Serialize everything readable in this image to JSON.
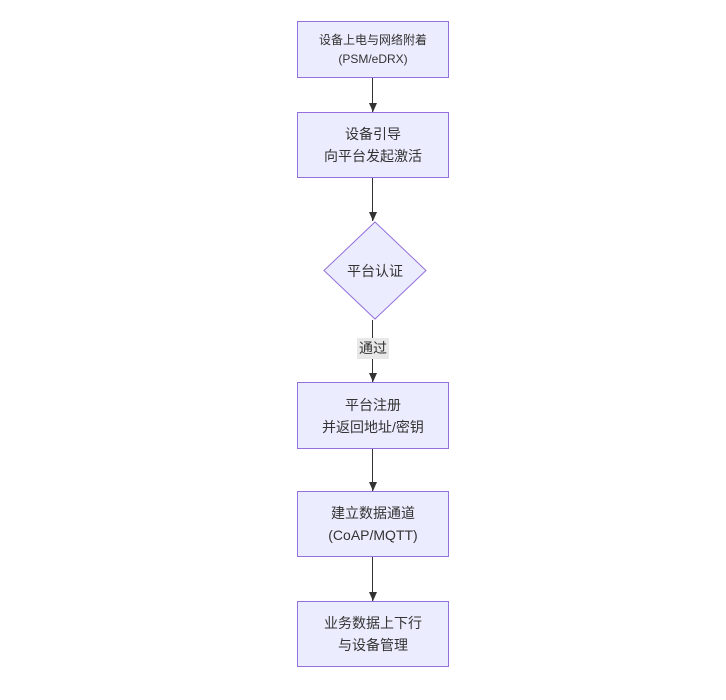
{
  "diagram": {
    "type": "flowchart",
    "direction": "top-down",
    "colors": {
      "background": "#ffffff",
      "node_fill": "#ECECFF",
      "node_border": "#9370DB",
      "text": "#333333",
      "edge": "#333333",
      "edge_label_bg": "#e8e8e8"
    },
    "nodes": [
      {
        "id": "power-attach",
        "shape": "rect",
        "lines": [
          "设备上电与网络附着",
          "(PSM/eDRX)"
        ]
      },
      {
        "id": "bootstrap",
        "shape": "rect",
        "lines": [
          "设备引导",
          "向平台发起激活"
        ]
      },
      {
        "id": "platform-auth",
        "shape": "diamond",
        "label": "平台认证"
      },
      {
        "id": "platform-register",
        "shape": "rect",
        "lines": [
          "平台注册",
          "并返回地址/密钥"
        ]
      },
      {
        "id": "data-channel",
        "shape": "rect",
        "lines": [
          "建立数据通道",
          "(CoAP/MQTT)"
        ]
      },
      {
        "id": "business-data",
        "shape": "rect",
        "lines": [
          "业务数据上下行",
          "与设备管理"
        ]
      }
    ],
    "edges": [
      {
        "from": "power-attach",
        "to": "bootstrap",
        "label": ""
      },
      {
        "from": "bootstrap",
        "to": "platform-auth",
        "label": ""
      },
      {
        "from": "platform-auth",
        "to": "platform-register",
        "label": "通过"
      },
      {
        "from": "platform-register",
        "to": "data-channel",
        "label": ""
      },
      {
        "from": "data-channel",
        "to": "business-data",
        "label": ""
      }
    ]
  }
}
